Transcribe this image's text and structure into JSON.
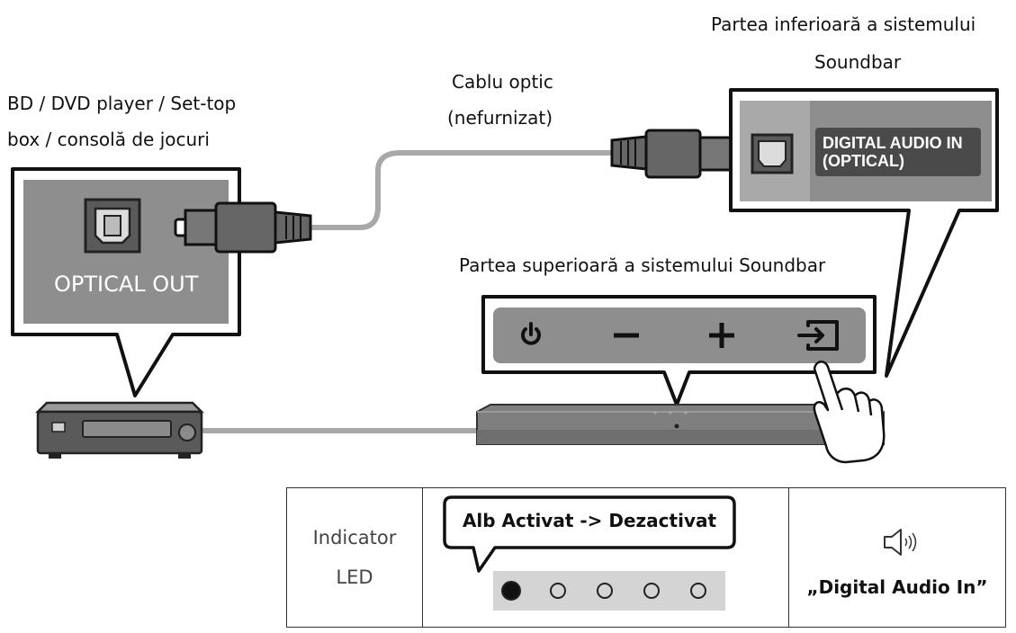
{
  "labels": {
    "source_device": [
      "BD / DVD player / Set-top",
      "box / consolă de jocuri"
    ],
    "cable": [
      "Cablu optic",
      "(nefurnizat)"
    ],
    "soundbar_bottom": [
      "Partea inferioară a sistemului",
      "Soundbar"
    ],
    "soundbar_top": "Partea superioară a sistemului Soundbar",
    "optical_out": "OPTICAL OUT",
    "digital_audio_in": [
      "DIGITAL AUDIO IN",
      "(OPTICAL)"
    ]
  },
  "soundbar_buttons": [
    "power-icon",
    "minus-icon",
    "plus-icon",
    "source-input-icon"
  ],
  "led_table": {
    "row_label": [
      "Indicator",
      "LED"
    ],
    "led_state": "Alb Activat -> Dezactivat",
    "led_count": 5,
    "active_led_index": 0,
    "voice_prompt": "„Digital Audio In”"
  },
  "colors": {
    "panel_gray": "#8e8e8e",
    "panel_dark": "#6f6f6f",
    "outline": "#111111",
    "cable": "#a8a8a8"
  }
}
